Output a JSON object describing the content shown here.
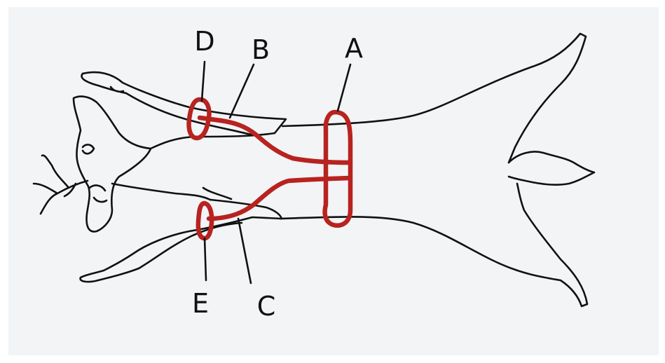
{
  "diagram": {
    "labels": {
      "a": "A",
      "b": "B",
      "c": "C",
      "d": "D",
      "e": "E"
    },
    "colors": {
      "background": "#f2f4f6",
      "outline": "#111111",
      "strap": "#b8231f"
    }
  }
}
